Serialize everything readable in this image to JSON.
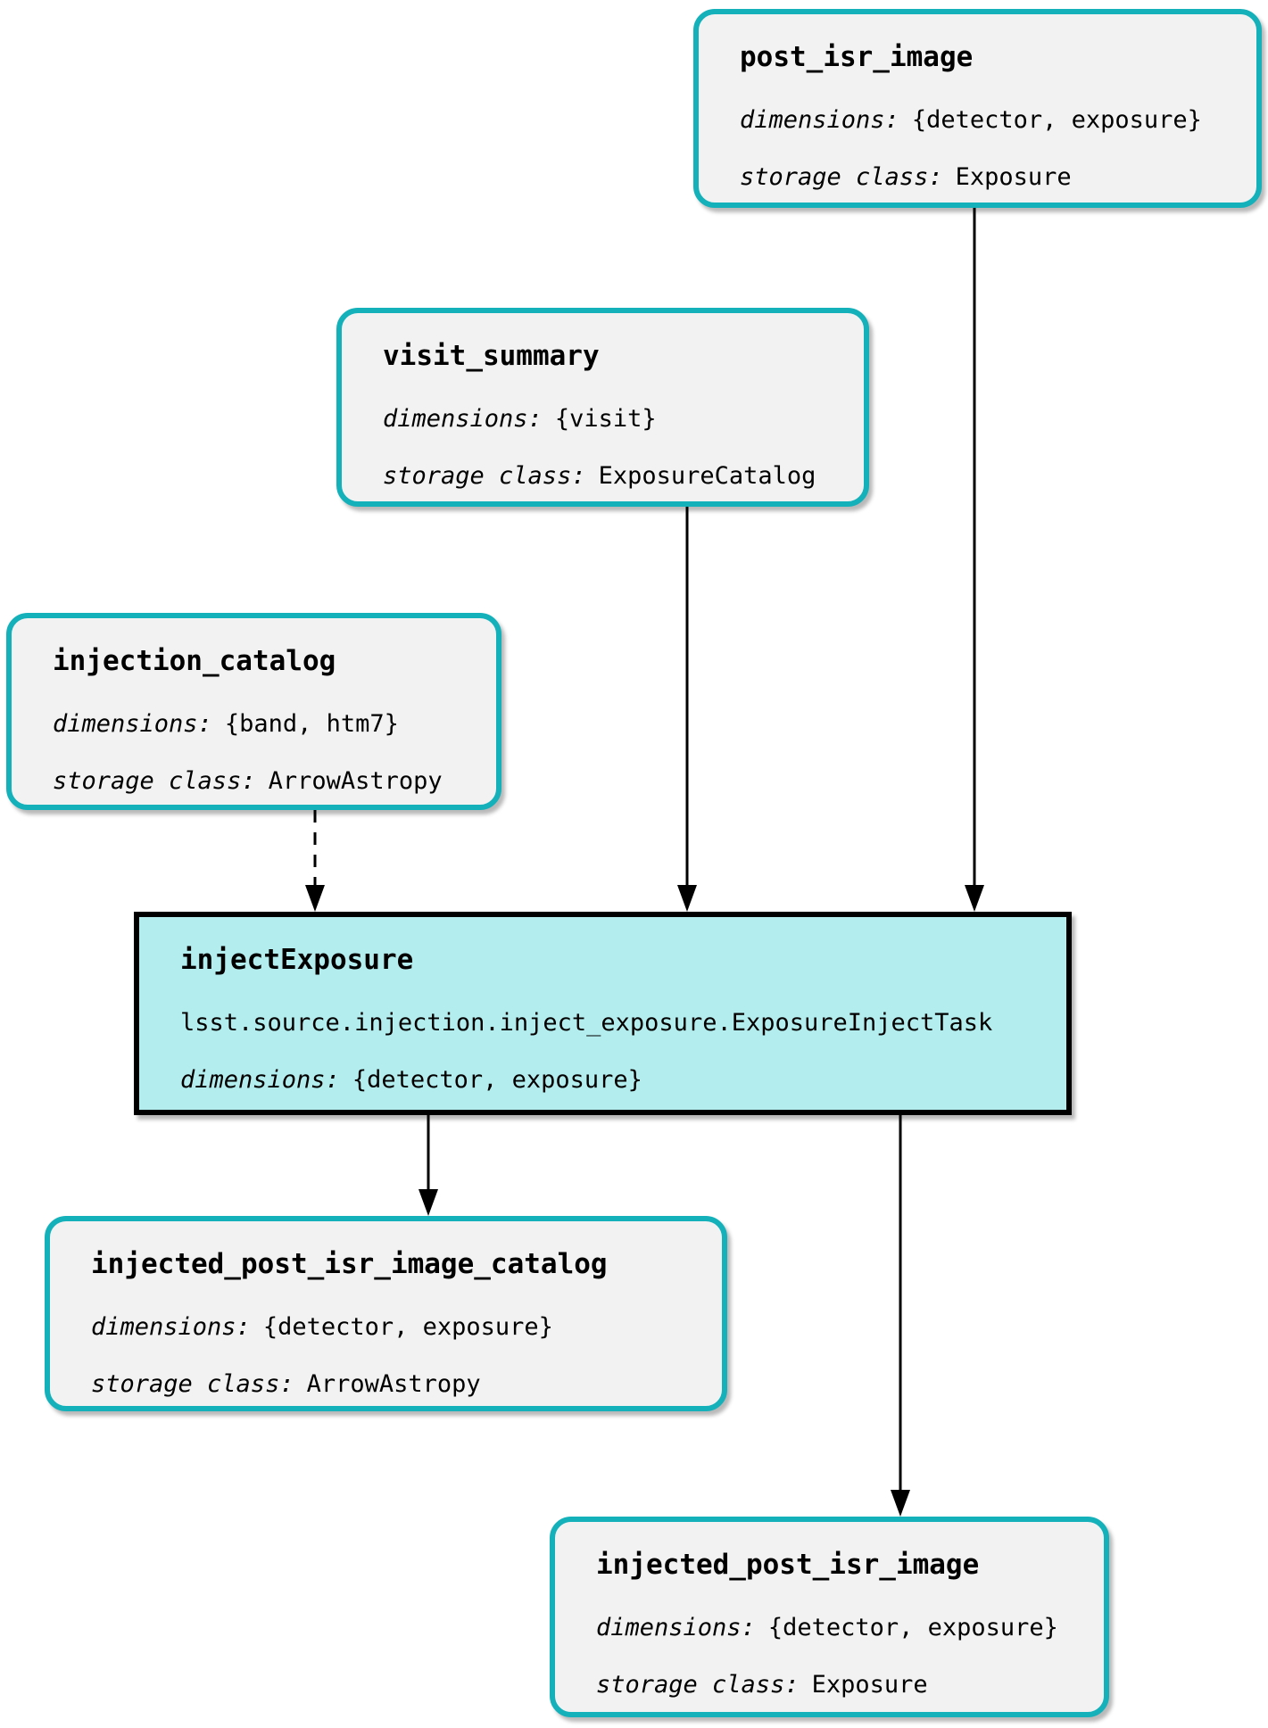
{
  "diagram": {
    "type": "pipeline-graph",
    "colors": {
      "accent_teal": "#14b1ba",
      "artifact_fill": "#f2f2f2",
      "task_fill": "#b4edee",
      "edge_black": "#000000",
      "background": "#ffffff"
    },
    "nodes": {
      "post_isr_image": {
        "kind": "dataset",
        "title": "post_isr_image",
        "dimensions_label": "dimensions:",
        "dimensions_value": "{detector, exposure}",
        "storage_label": "storage class:",
        "storage_value": "Exposure"
      },
      "visit_summary": {
        "kind": "dataset",
        "title": "visit_summary",
        "dimensions_label": "dimensions:",
        "dimensions_value": "{visit}",
        "storage_label": "storage class:",
        "storage_value": "ExposureCatalog"
      },
      "injection_catalog": {
        "kind": "dataset",
        "title": "injection_catalog",
        "dimensions_label": "dimensions:",
        "dimensions_value": "{band, htm7}",
        "storage_label": "storage class:",
        "storage_value": "ArrowAstropy"
      },
      "injectExposure": {
        "kind": "task",
        "title": "injectExposure",
        "task_class": "lsst.source.injection.inject_exposure.ExposureInjectTask",
        "dimensions_label": "dimensions:",
        "dimensions_value": "{detector, exposure}"
      },
      "injected_post_isr_image_catalog": {
        "kind": "dataset",
        "title": "injected_post_isr_image_catalog",
        "dimensions_label": "dimensions:",
        "dimensions_value": "{detector, exposure}",
        "storage_label": "storage class:",
        "storage_value": "ArrowAstropy"
      },
      "injected_post_isr_image": {
        "kind": "dataset",
        "title": "injected_post_isr_image",
        "dimensions_label": "dimensions:",
        "dimensions_value": "{detector, exposure}",
        "storage_label": "storage class:",
        "storage_value": "Exposure"
      }
    },
    "edges": [
      {
        "from": "post_isr_image",
        "to": "injectExposure",
        "style": "solid"
      },
      {
        "from": "visit_summary",
        "to": "injectExposure",
        "style": "solid"
      },
      {
        "from": "injection_catalog",
        "to": "injectExposure",
        "style": "dashed"
      },
      {
        "from": "injectExposure",
        "to": "injected_post_isr_image_catalog",
        "style": "solid"
      },
      {
        "from": "injectExposure",
        "to": "injected_post_isr_image",
        "style": "solid"
      }
    ]
  }
}
